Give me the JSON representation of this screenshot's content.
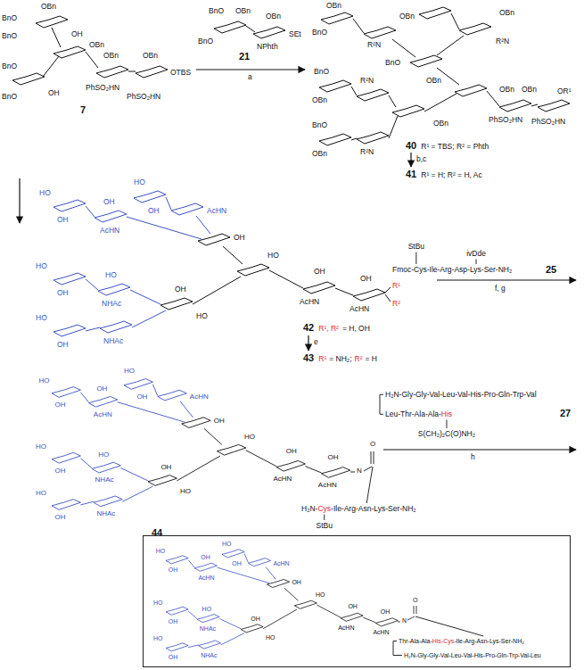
{
  "diagram": {
    "nodes": [
      {
        "text": [
          "Thr-Ala-Ala-",
          "His-Cys",
          "-Ile-Arg-Asn-Lys-Ser-NH₂",
          "H₂N-Gly-Gly-Val-Leu-Val-His-Pro-Gln-Trp-Val-Leu"
        ]
      }
    ],
    "labels": [
      "OBn",
      "BnO",
      "BnO",
      "OH",
      "OBn",
      "BnO",
      "OH",
      "BnO",
      "PhSO₂HN",
      "PhSO₂HN",
      "OBn",
      "OBn",
      "OTBS",
      "7",
      "BnO",
      "OBn",
      "BnO",
      "OBn",
      "NPhth",
      "SEt",
      "21",
      "a",
      "OBn",
      "BnO",
      "R²N",
      "OBn",
      "OBn",
      "R²N",
      "BnO",
      "OBn",
      "BnO",
      "R²N",
      "OBn",
      "BnO",
      "OBn",
      "R²N",
      "OBn",
      "OBn",
      "OBn",
      "PhSO₂HN",
      "PhSO₂HN",
      "OR¹",
      "40",
      "R¹ = TBS; R² = Phth",
      "b,c",
      "41",
      "R¹ = H; R² = H, Ac",
      "HO",
      "OH",
      "OH",
      "AcHN",
      "HO",
      "OH",
      "AcHN",
      "OH",
      "HO",
      "OH",
      "AcHN",
      "OH",
      "AcHN",
      "HO",
      "OH",
      "HO",
      "NHAc",
      "OH",
      "HO",
      "OH",
      "NHAc",
      "HO",
      "R¹",
      "R²",
      "42",
      "R¹, R²",
      "= H, OH",
      "e",
      "43",
      "R¹",
      "= NH₂;",
      "R²",
      "= H",
      "StBu",
      "ivDde",
      "Fmoc-Cys-Ile-Arg-Asp-Lys-Ser-NH₂",
      "25",
      "f, g",
      "HO",
      "OH",
      "OH",
      "AcHN",
      "HO",
      "OH",
      "AcHN",
      "OH",
      "HO",
      "OH",
      "AcHN",
      "OH",
      "AcHN",
      "HO",
      "OH",
      "HO",
      "NHAc",
      "OH",
      "HO",
      "OH",
      "NHAc",
      "HO",
      "N",
      "O",
      "H₂N-",
      "Cys",
      "-Ile-Arg-Asn-Lys-Ser-NH₂",
      "StBu",
      "44",
      "H₂N-Gly-Gly-Val-Leu-Val-His-Pro-Gln-Trp-Val",
      "Leu-Thr-Ala-Ala-",
      "His",
      "S(CH₂)₂C(O)NH₂",
      "27",
      "h",
      "HO",
      "OH",
      "OH",
      "AcHN",
      "HO",
      "OH",
      "AcHN",
      "OH",
      "HO",
      "OH",
      "AcHN",
      "OH",
      "AcHN",
      "HO",
      "OH",
      "HO",
      "NHAc",
      "OH",
      "HO",
      "OH",
      "NHAc",
      "HO",
      "N",
      "O"
    ]
  }
}
